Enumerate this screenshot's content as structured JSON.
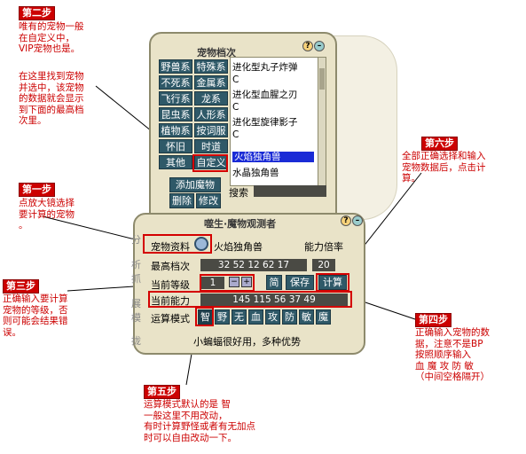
{
  "pet_panel": {
    "title": "宠物档次",
    "categories": [
      "野兽系",
      "特殊系",
      "不死系",
      "金属系",
      "飞行系",
      "龙系",
      "昆虫系",
      "人形系",
      "植物系",
      "按词服",
      "怀旧",
      "时道",
      "其他",
      "自定义"
    ],
    "list_items": [
      "进化型丸子炸弹",
      "C",
      "进化型血腥之刃",
      "C",
      "进化型旋律影子",
      "C",
      "火焰独角兽",
      "水晶独角兽"
    ],
    "selected_item": "火焰独角兽",
    "add_button": "添加魔物",
    "delete_button": "删除",
    "edit_button": "修改",
    "search_label": "搜索"
  },
  "detector": {
    "title": "噬生·魔物观测者",
    "pet_info_label": "宠物资料",
    "pet_name": "火焰独角兽",
    "ability_ratio_label": "能力倍率",
    "max_grade_label": "最高档次",
    "max_grade_value": "32 52 12 62 17",
    "ratio_value": "20",
    "current_level_label": "当前等级",
    "current_level_value": "1",
    "simple_button": "简",
    "save_button": "保存",
    "calc_button": "计算",
    "current_ability_label": "当前能力",
    "current_ability_value": "145 115 56 37 49",
    "mode_label": "运算模式",
    "modes": [
      "智",
      "野",
      "无",
      "血",
      "攻",
      "防",
      "敏",
      "魔"
    ],
    "selected_mode": "智",
    "tip": "小蝙蝠很好用，多种优势",
    "side_tabs": [
      "分",
      "析",
      "抓",
      "展",
      "模",
      "拢"
    ]
  },
  "annotations": {
    "step2_title": "第二步",
    "step2_text": "唯有的宠物一般\n在自定义中，\nVIP宠物也是。",
    "find_text": "在这里找到宠物\n并选中，该宠物\n的数据就会显示\n到下面的最高档\n次里。",
    "step1_title": "第一步",
    "step1_text": "点放大镜选择\n要计算的宠物\n。",
    "step3_title": "第三步",
    "step3_text": "正确输入要计算\n宠物的等级，否\n则可能会结果错\n误。",
    "step6_title": "第六步",
    "step6_text": "全部正确选择和输入\n宠物数据后，点击计\n算。",
    "step4_title": "第四步",
    "step4_text": "正确输入宠物的数\n据，注意不是BP\n按照顺序输入\n血 魔 攻 防 敏\n（中间空格隔开）",
    "step5_title": "第五步",
    "step5_text": "运算模式默认的是 智\n一般这里不用改动，\n有时计算野怪或者有无加点\n时可以自由改动一下。"
  },
  "colors": {
    "annotation": "#cc0000",
    "button": "#2f5968",
    "selection": "#1a2bd6"
  }
}
